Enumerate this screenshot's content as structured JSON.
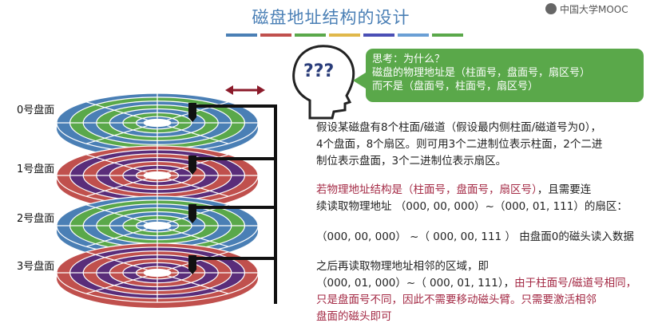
{
  "slide": {
    "title": "磁盘地址结构的设计",
    "title_bar_colors": [
      "#4a7fb5",
      "#c0504d",
      "#5aa84a",
      "#e0b84a",
      "#4a4fb5",
      "#6a9fd5",
      "#5aa84a"
    ]
  },
  "brand": {
    "logo_text": "中国大学MOOC",
    "logo_icon": "mooc-logo-icon"
  },
  "disks": {
    "labels": [
      "0号盘面",
      "1号盘面",
      "2号盘面",
      "3号盘面"
    ],
    "ring_colors": [
      "#4a7fb5",
      "#5aa84a",
      "#c0504d",
      "#5a2d7a"
    ],
    "arm_color": "#111111",
    "arrow_color": "#8b1a2a"
  },
  "thinking": {
    "icon": "thinking-head-icon",
    "bubble_line1": "思考：为什么？",
    "bubble_line2": "磁盘的物理地址是（柱面号，盘面号，扇区号）",
    "bubble_line3": "而不是（盘面号，柱面号，扇区号）",
    "bubble_color": "#5aa84a"
  },
  "content": {
    "p1_line1": "假设某磁盘有8个柱面/磁道（假设最内侧柱面/磁道号为0），",
    "p1_line2": "4个盘面，8个扇区。则可用3个二进制位表示柱面，2个二进",
    "p1_line3": "制位表示盘面，3个二进制位表示扇区。",
    "p2_red": "若物理地址结构是（柱面号，盘面号，扇区号）",
    "p2_black": "，且需要连",
    "p2_line2": "续读取物理地址 （000, 00, 000）~（000, 01, 111）的扇区：",
    "p3_line": "（000, 00, 000） ~（ 000, 00, 111 ） 由盘面0的磁头读入数据",
    "p4_line1": "之后再读取物理地址相邻的区域，即",
    "p4_line2_black": "（000, 01, 000）~（ 000, 01, 111），",
    "p4_line2_red": "由于柱面号/磁道号相同，",
    "p4_line3": "只是盘面号不同，因此不需要移动磁头臂。只需要激活相邻",
    "p4_line4": "盘面的磁头即可"
  },
  "colors": {
    "accent_red": "#a42a45",
    "title_blue": "#4a7fb5"
  }
}
